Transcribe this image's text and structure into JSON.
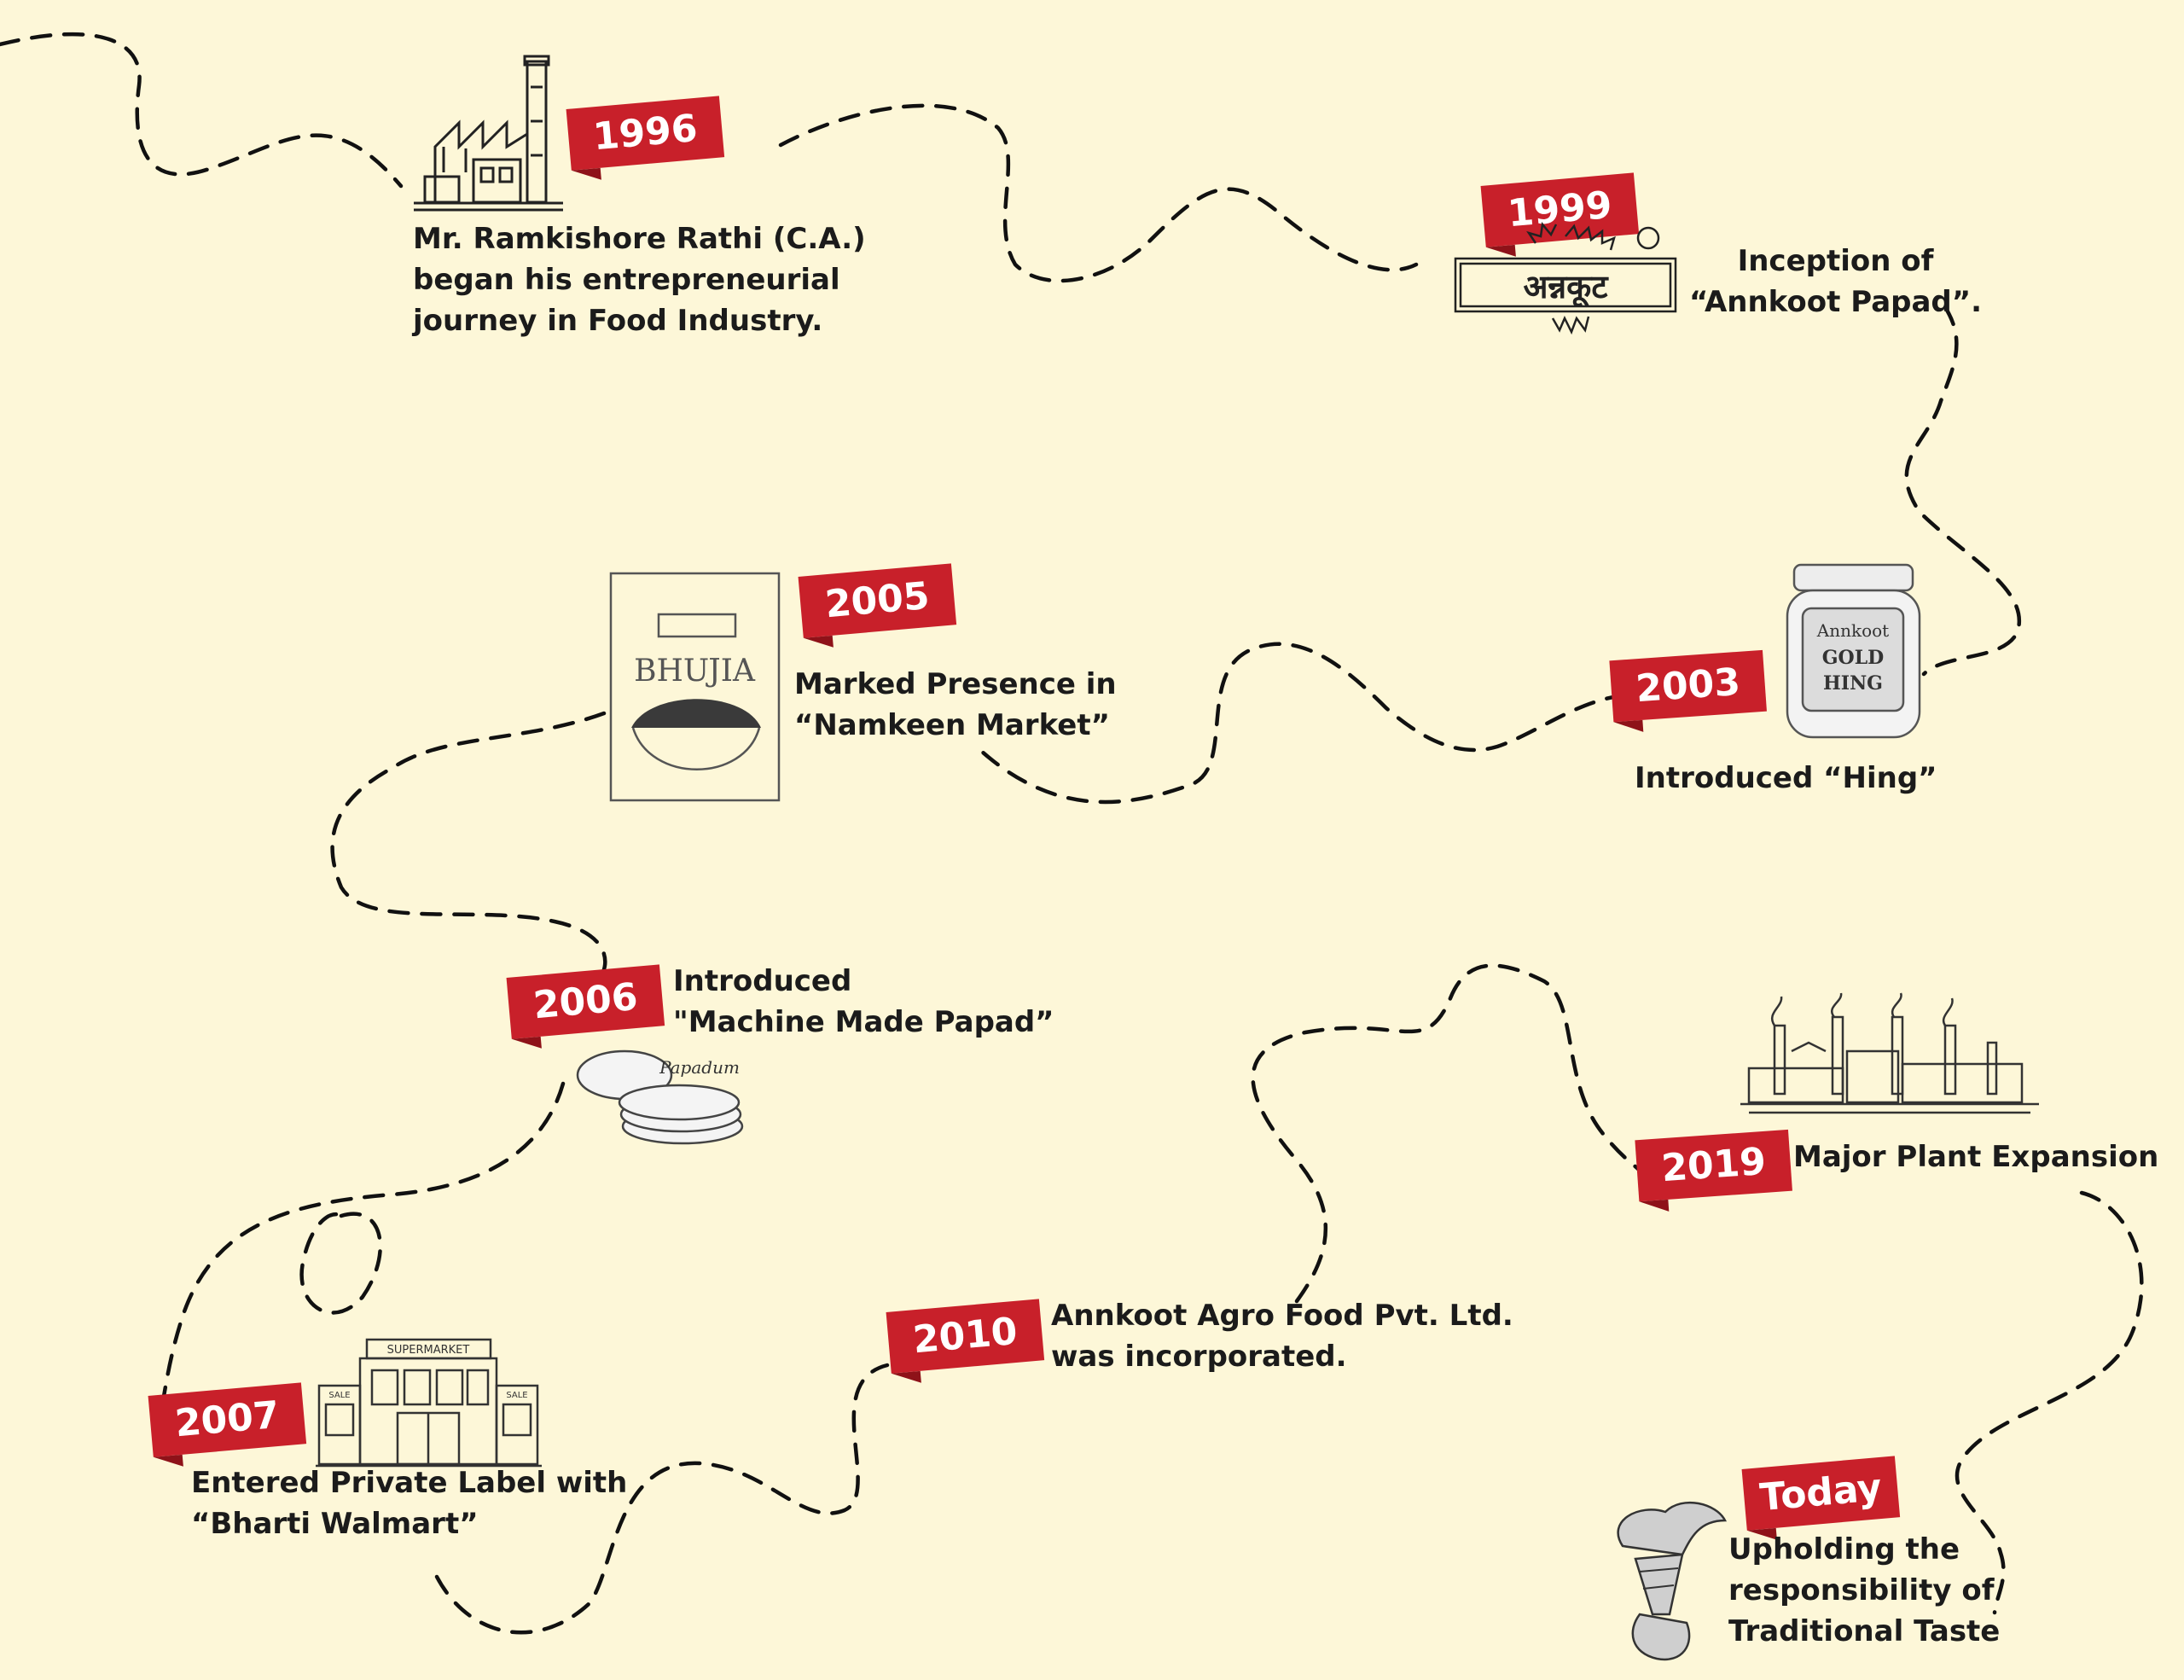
{
  "milestones": [
    {
      "id": "1996",
      "year": "1996",
      "lines": [
        "Mr. Ramkishore Rathi (C.A.)",
        "began his entrepreneurial",
        "journey in Food Industry."
      ],
      "icon": "factory-icon"
    },
    {
      "id": "1999",
      "year": "1999",
      "lines": [
        "Inception of",
        "“Annkoot Papad”."
      ],
      "icon": "annkoot-logo",
      "logo_text": "अन्नकूट"
    },
    {
      "id": "2003",
      "year": "2003",
      "lines": [
        "Introduced “Hing”"
      ],
      "icon": "hing-jar-icon",
      "jar_label": [
        "Annkoot",
        "GOLD",
        "HING"
      ]
    },
    {
      "id": "2005",
      "year": "2005",
      "lines": [
        "Marked Presence in",
        "“Namkeen Market”"
      ],
      "icon": "bhujia-pack-icon",
      "pack_label": "BHUJIA"
    },
    {
      "id": "2006",
      "year": "2006",
      "lines": [
        "Introduced",
        "\"Machine Made Papad”"
      ],
      "icon": "papad-stack-icon",
      "papad_label": "Papadum"
    },
    {
      "id": "2007",
      "year": "2007",
      "lines": [
        "Entered Private Label with",
        "“Bharti Walmart”"
      ],
      "icon": "supermarket-icon",
      "store_sign": "SUPERMARKET",
      "store_sale": "SALE"
    },
    {
      "id": "2010",
      "year": "2010",
      "lines": [
        "Annkoot Agro Food Pvt. Ltd.",
        "was incorporated."
      ],
      "icon": ""
    },
    {
      "id": "2019",
      "year": "2019",
      "lines": [
        "Major Plant Expansion"
      ],
      "icon": "industrial-plant-icon"
    },
    {
      "id": "today",
      "year": "Today",
      "lines": [
        "Upholding the",
        "responsibility of",
        "Traditional Taste"
      ],
      "icon": "torch-hand-icon"
    }
  ],
  "colors": {
    "background": "#fdf7d8",
    "ribbon": "#c8202a",
    "ribbon_fold": "#8e1219",
    "text": "#1b1b1b",
    "path": "#111111"
  }
}
